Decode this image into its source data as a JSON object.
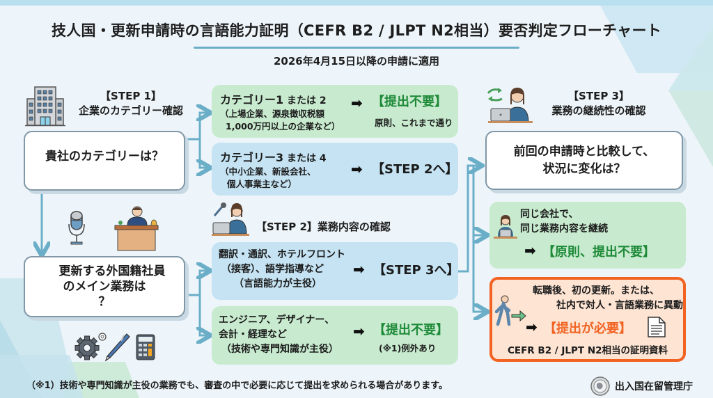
{
  "header": {
    "title": "技人国・更新申請時の言語能力証明（CEFR B2 / JLPT N2相当）要否判定フローチャート",
    "subtitle": "2026年4月15日以降の申請に適用"
  },
  "step1": {
    "label": "【STEP 1】",
    "caption": "企業のカテゴリー確認",
    "question": "貴社のカテゴリーは？",
    "icon": "office-building-icon",
    "option_a": {
      "title": "カテゴリー1",
      "title_suffix": " または 2",
      "detail_1": "（上場企業、源泉徴収税額",
      "detail_2": "1,000万円以上の企業など）",
      "result": "【提出不要】",
      "result_note": "原則、これまで通り"
    },
    "option_b": {
      "title": "カテゴリー3",
      "title_suffix": " または 4",
      "detail_1": "（中小企業、新設会社、",
      "detail_2": "個人事業主など）",
      "result": "【STEP 2へ】"
    }
  },
  "step2": {
    "label": "【STEP 2】業務内容の確認",
    "question_1": "更新する外国籍社員",
    "question_2": "のメイン業務は",
    "question_3": "？",
    "icons": [
      "microphone-icon",
      "receptionist-icon",
      "gear-icon",
      "pen-icon",
      "calculator-icon",
      "presenter-laptop-icon"
    ],
    "option_a": {
      "line_1": "翻訳・通訳、ホテルフロント",
      "line_2": "（接客）、語学指導など",
      "line_3": "（言語能力が主役）",
      "result": "【STEP 3へ】"
    },
    "option_b": {
      "line_1": "エンジニア、デザイナー、",
      "line_2": "会計・経理など",
      "line_3": "（技術や専門知識が主役）",
      "result": "【提出不要】",
      "result_note": "(※1)例外あり"
    }
  },
  "step3": {
    "label": "【STEP 3】",
    "caption": "業務の継続性の確認",
    "question_1": "前回の申請時と比較して、",
    "question_2": "状況に変化は？",
    "icon": "worker-laptop-icon",
    "option_a": {
      "line_1": "同じ会社で、",
      "line_2": "同じ業務内容を継続",
      "result": "【原則、提出不要】"
    },
    "option_b": {
      "line_1": "転職後、初の更新。または、",
      "line_2": "社内で対人・言語業務に異動",
      "result": "【提出が必要】",
      "result_note": "CEFR B2 / JLPT N2相当の証明資料"
    }
  },
  "footer": {
    "note": "（※1）技術や専門知識が主役の業務でも、審査の中で必要に応じて提出を求められる場合があります。",
    "agency": "出入国在留管理庁"
  },
  "colors": {
    "connector": "#6aaec8",
    "green_box": "#c8ebcf",
    "blue_box": "#c5e3f3",
    "green_text": "#1e8a38",
    "orange_accent": "#f26322",
    "orange_box": "#fde4d3"
  }
}
